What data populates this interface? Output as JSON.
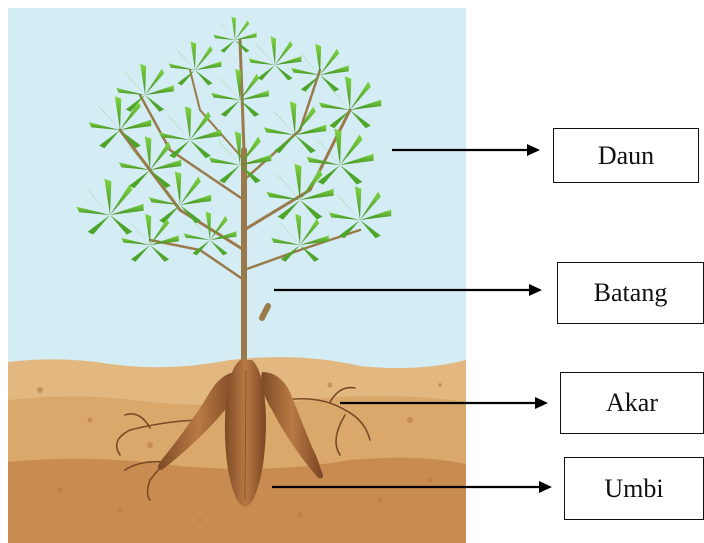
{
  "diagram": {
    "labels": {
      "daun": "Daun",
      "batang": "Batang",
      "akar": "Akar",
      "umbi": "Umbi"
    }
  },
  "colors": {
    "sky": "#d4ecf4",
    "soil_top": "#e2b880",
    "soil_mid": "#d39a5e",
    "soil_low": "#c6864a",
    "leaf_light": "#6cc23a",
    "leaf_dark": "#3f8e22",
    "stem": "#9a7a4a",
    "tuber": "#a8683a",
    "arrow": "#000000"
  }
}
